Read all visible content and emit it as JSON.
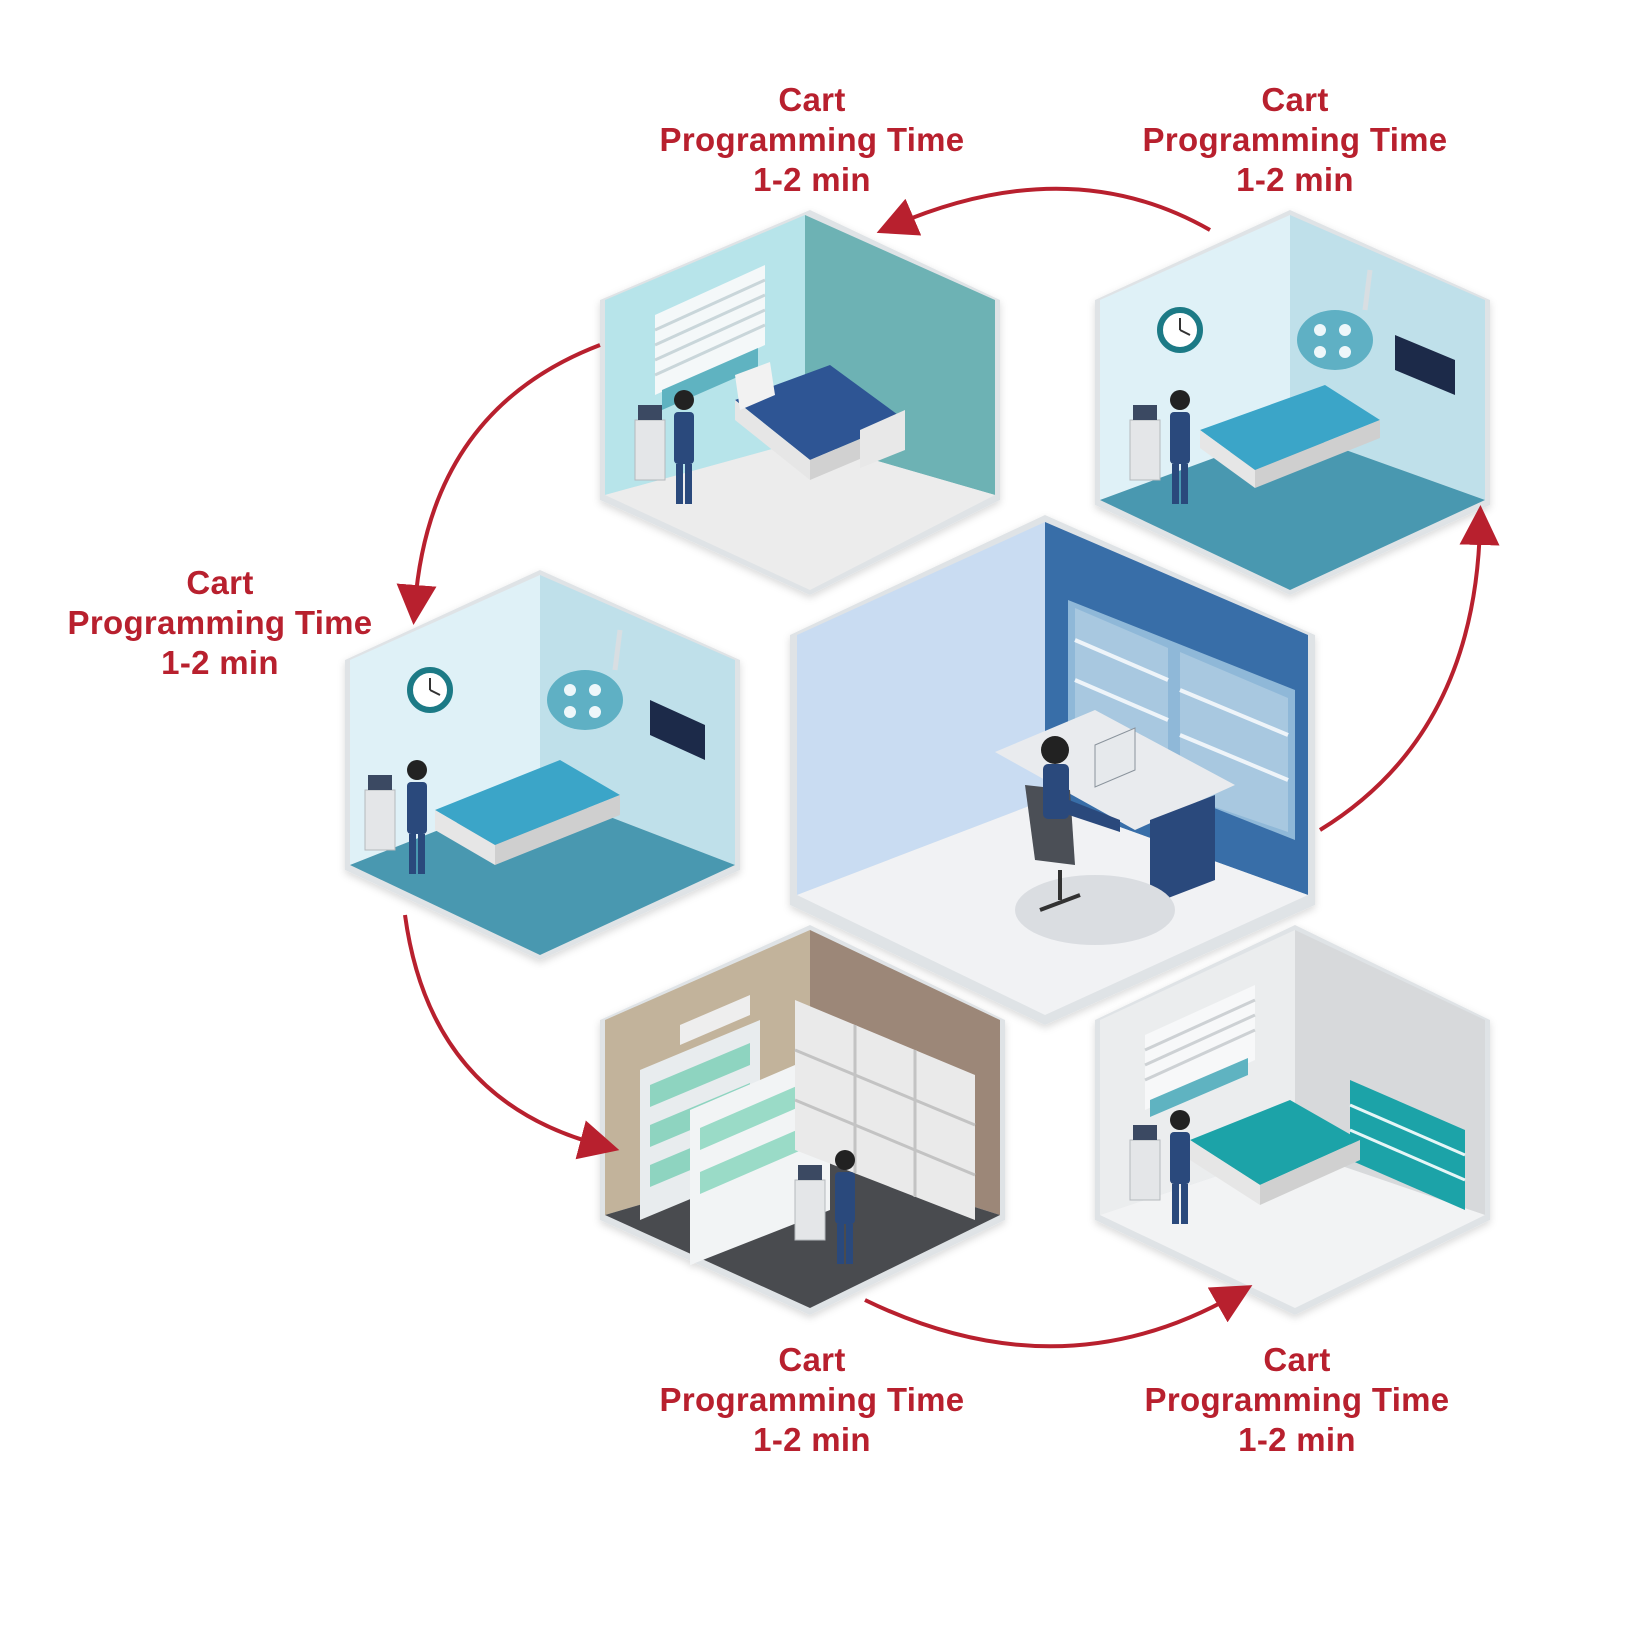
{
  "colors": {
    "accent": "#b8202e",
    "navy": "#2c4a7c",
    "teal": "#4a9fb5"
  },
  "labels": [
    {
      "id": "top-left",
      "line1": "Cart",
      "line2": "Programming Time",
      "line3": "1-2 min"
    },
    {
      "id": "top-right",
      "line1": "Cart",
      "line2": "Programming Time",
      "line3": "1-2 min"
    },
    {
      "id": "mid-left",
      "line1": "Cart",
      "line2": "Programming Time",
      "line3": "1-2 min"
    },
    {
      "id": "bottom-left",
      "line1": "Cart",
      "line2": "Programming Time",
      "line3": "1-2 min"
    },
    {
      "id": "bottom-right",
      "line1": "Cart",
      "line2": "Programming Time",
      "line3": "1-2 min"
    }
  ]
}
